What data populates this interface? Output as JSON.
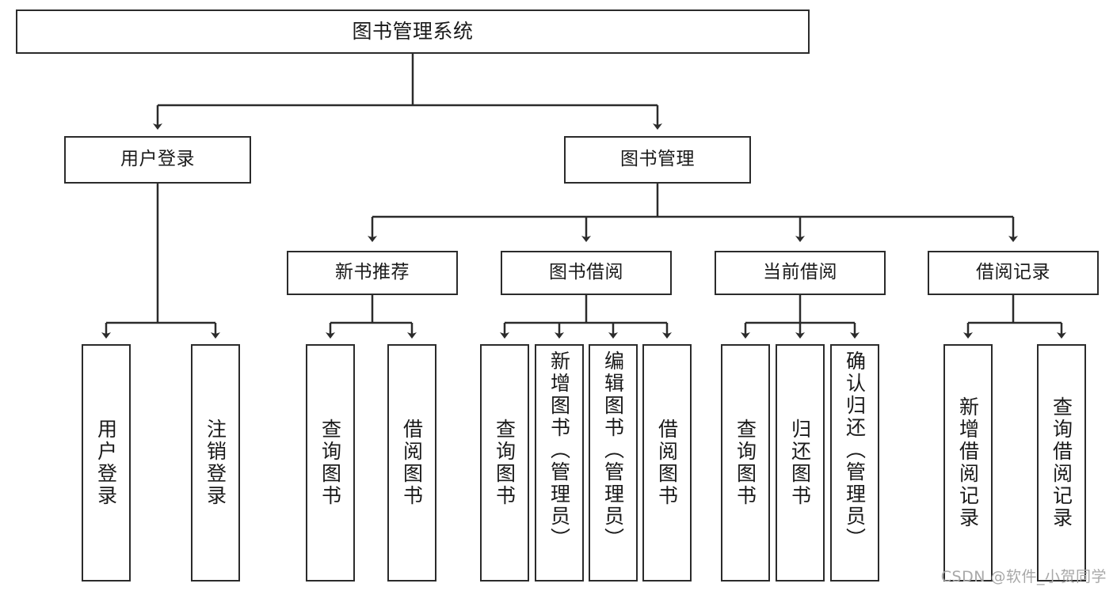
{
  "diagram": {
    "title": "图书管理系统",
    "type": "tree",
    "root": {
      "id": "root",
      "label": "图书管理系统"
    },
    "level2": [
      {
        "id": "user-login",
        "label": "用户登录"
      },
      {
        "id": "book-management",
        "label": "图书管理"
      }
    ],
    "level3": [
      {
        "id": "new-book-recommend",
        "label": "新书推荐",
        "parent": "book-management"
      },
      {
        "id": "book-borrow",
        "label": "图书借阅",
        "parent": "book-management"
      },
      {
        "id": "current-borrow",
        "label": "当前借阅",
        "parent": "book-management"
      },
      {
        "id": "borrow-record",
        "label": "借阅记录",
        "parent": "book-management"
      }
    ],
    "leaves": [
      {
        "id": "leaf-user-login",
        "label": "用户登录",
        "parent": "user-login"
      },
      {
        "id": "leaf-logout",
        "label": "注销登录",
        "parent": "user-login"
      },
      {
        "id": "leaf-query-book-1",
        "label": "查询图书",
        "parent": "new-book-recommend"
      },
      {
        "id": "leaf-borrow-book-1",
        "label": "借阅图书",
        "parent": "new-book-recommend"
      },
      {
        "id": "leaf-query-book-2",
        "label": "查询图书",
        "parent": "book-borrow"
      },
      {
        "id": "leaf-add-book",
        "label": "新增图书（管理员）",
        "parent": "book-borrow"
      },
      {
        "id": "leaf-edit-book",
        "label": "编辑图书（管理员）",
        "parent": "book-borrow"
      },
      {
        "id": "leaf-borrow-book-2",
        "label": "借阅图书",
        "parent": "book-borrow"
      },
      {
        "id": "leaf-query-book-3",
        "label": "查询图书",
        "parent": "current-borrow"
      },
      {
        "id": "leaf-return-book",
        "label": "归还图书",
        "parent": "current-borrow"
      },
      {
        "id": "leaf-confirm-return",
        "label": "确认归还（管理员）",
        "parent": "current-borrow"
      },
      {
        "id": "leaf-add-record",
        "label": "新增借阅记录",
        "parent": "borrow-record"
      },
      {
        "id": "leaf-query-record",
        "label": "查询借阅记录",
        "parent": "borrow-record"
      }
    ],
    "colors": {
      "stroke": "#2b2b2b",
      "fill": "#ffffff",
      "text": "#1a1a1a",
      "watermark": "#a8a8a8"
    }
  },
  "watermark": {
    "text": "CSDN @软件_小贺同学"
  }
}
